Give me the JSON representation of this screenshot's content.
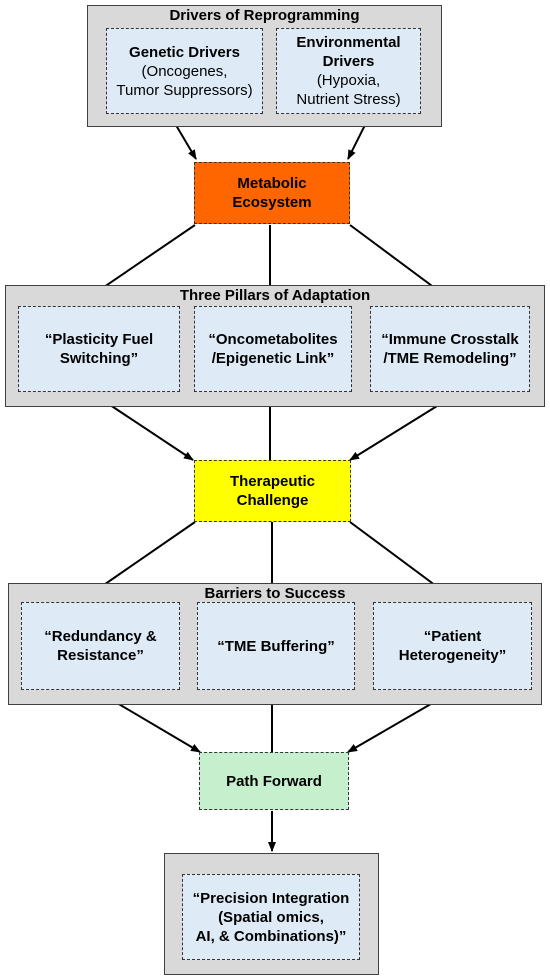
{
  "drivers": {
    "title": "Drivers of Reprogramming",
    "genetic": {
      "heading": "Genetic Drivers",
      "line1": "(Oncogenes,",
      "line2": "Tumor Suppressors)"
    },
    "environmental": {
      "heading1": "Environmental",
      "heading2": "Drivers",
      "line1": "(Hypoxia,",
      "line2": "Nutrient Stress)"
    }
  },
  "ecosystem": {
    "line1": "Metabolic",
    "line2": "Ecosystem",
    "color": "#ff6600"
  },
  "pillars": {
    "title": "Three Pillars of Adaptation",
    "items": [
      {
        "line1": "“Plasticity Fuel",
        "line2": "Switching”"
      },
      {
        "line1": "“Oncometabolites",
        "line2": "/Epigenetic Link”"
      },
      {
        "line1": "“Immune Crosstalk",
        "line2": "/TME Remodeling”"
      }
    ]
  },
  "challenge": {
    "line1": "Therapeutic",
    "line2": "Challenge",
    "color": "#ffff00"
  },
  "barriers": {
    "title": "Barriers to Success",
    "items": [
      {
        "line1": "“Redundancy &",
        "line2": "Resistance”"
      },
      {
        "line1": "“TME Buffering”",
        "line2": ""
      },
      {
        "line1": "“Patient",
        "line2": "Heterogeneity”"
      }
    ]
  },
  "path_forward": {
    "label": "Path Forward",
    "color": "#c6efce"
  },
  "precision": {
    "line1": "“Precision Integration",
    "line2": "(Spatial omics,",
    "line3": "AI, & Combinations)”"
  },
  "colors": {
    "group_fill": "#d9d9d9",
    "card_fill": "#deebf7",
    "border": "#404040"
  }
}
